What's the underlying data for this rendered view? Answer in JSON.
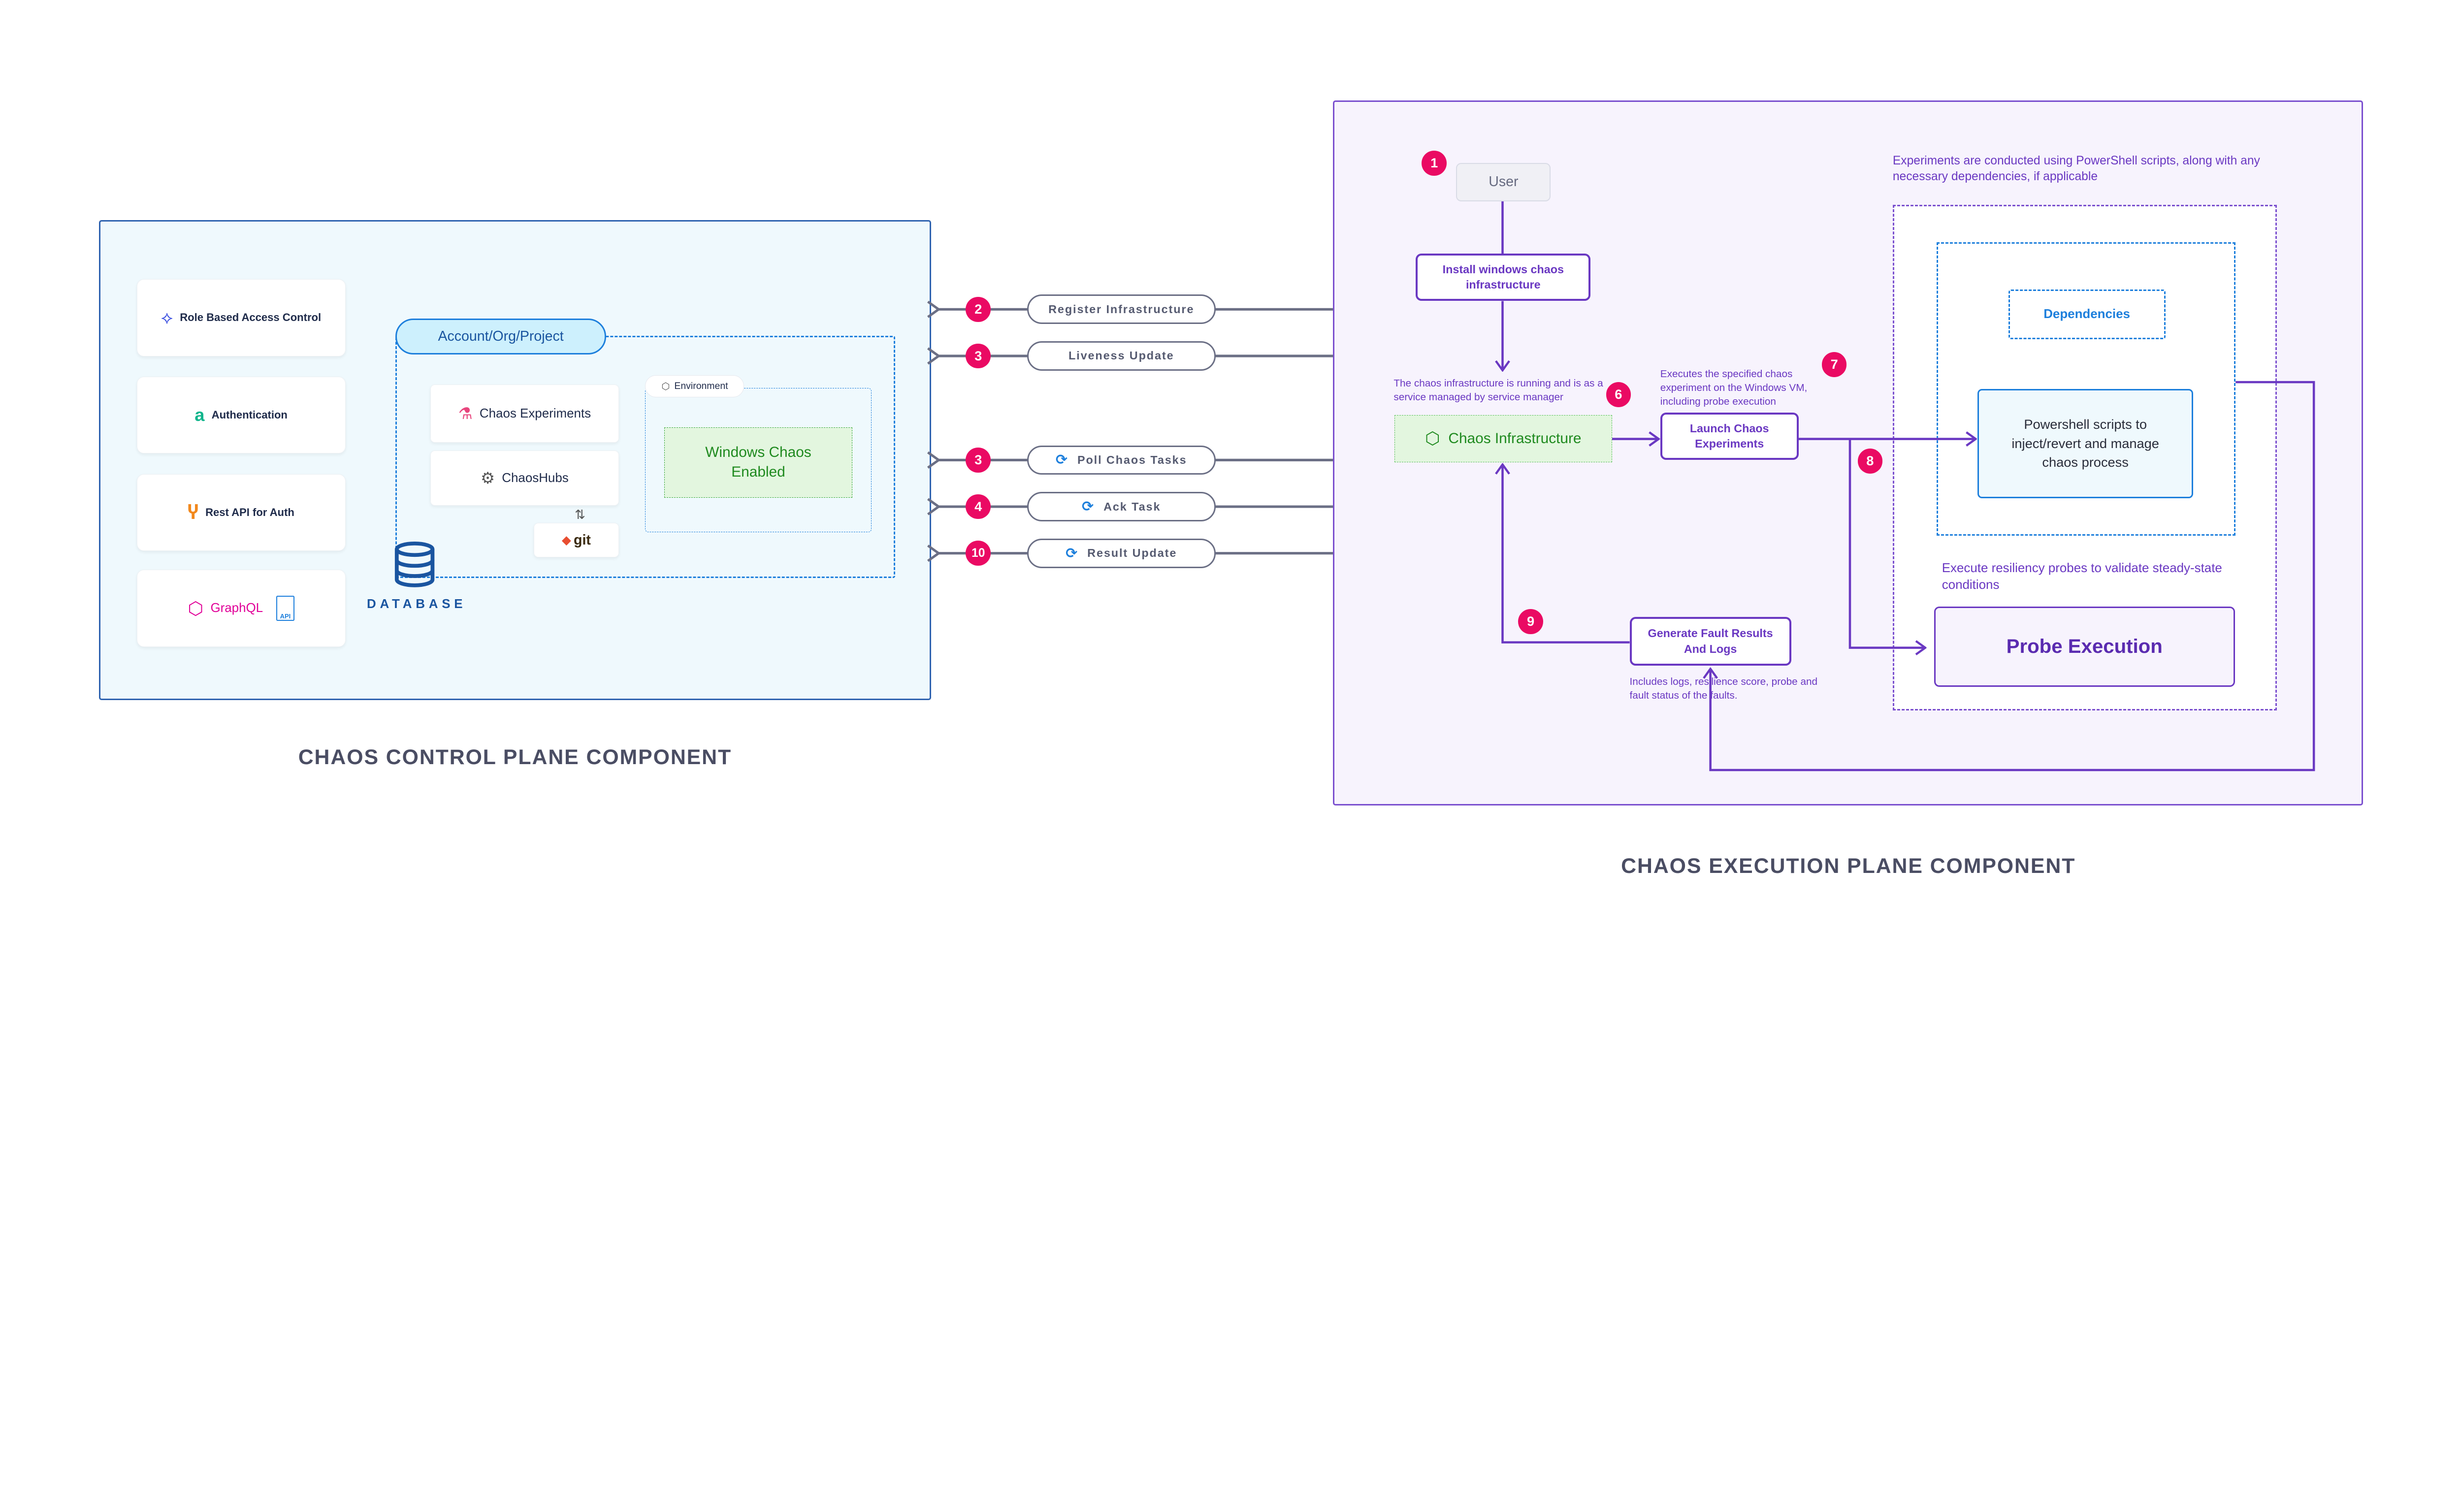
{
  "colors": {
    "control_plane_border": "#2f63b0",
    "execution_plane_border": "#7b50cf",
    "badge": "#ea0a63",
    "arrow": "#6b6f85",
    "flow": "#6a38c2",
    "green": "#1f8a1f"
  },
  "control_plane": {
    "title": "CHAOS CONTROL PLANE COMPONENT",
    "cards": [
      {
        "label": "Role Based Access Control",
        "icon": "rbac-icon"
      },
      {
        "label": "Authentication",
        "icon": "lock-icon"
      },
      {
        "label": "Rest API for Auth",
        "icon": "api-branch-icon"
      },
      {
        "label": "GraphQL",
        "icon": "graphql-icon",
        "extra": "API"
      }
    ],
    "account_label": "Account/Org/Project",
    "chaos_experiments": "Chaos Experiments",
    "chaoshubs": "ChaosHubs",
    "git": "git",
    "environment": "Environment",
    "windows_chaos": "Windows Chaos Enabled",
    "database": "DATABASE"
  },
  "connections": [
    {
      "step": "2",
      "label": "Register Infrastructure",
      "cycle": false
    },
    {
      "step": "3",
      "label": "Liveness Update",
      "cycle": false
    },
    {
      "step": "3",
      "label": "Poll Chaos Tasks",
      "cycle": true
    },
    {
      "step": "4",
      "label": "Ack Task",
      "cycle": true
    },
    {
      "step": "10",
      "label": "Result Update",
      "cycle": true
    }
  ],
  "execution_plane": {
    "title": "CHAOS EXECUTION PLANE COMPONENT",
    "user": "User",
    "install": "Install windows chaos infrastructure",
    "infra_caption": "The chaos infrastructure is running and is as a service managed by service manager",
    "chaos_infrastructure": "Chaos Infrastructure",
    "launch_caption": "Executes the specified chaos experiment on the Windows VM, including probe execution",
    "launch": "Launch Chaos Experiments",
    "experiments_note": "Experiments are conducted using PowerShell scripts, along with any necessary dependencies, if applicable",
    "dependencies": "Dependencies",
    "powershell": "Powershell scripts to inject/revert and manage chaos process",
    "probes_note": "Execute resiliency probes to validate steady-state conditions",
    "probe_execution": "Probe Execution",
    "generate": "Generate Fault Results And Logs",
    "generate_caption": "Includes logs, resilience score, probe and fault status of the faults.",
    "steps": {
      "user": "1",
      "infra": "6",
      "launch": "7",
      "branch": "8",
      "results": "9"
    }
  }
}
